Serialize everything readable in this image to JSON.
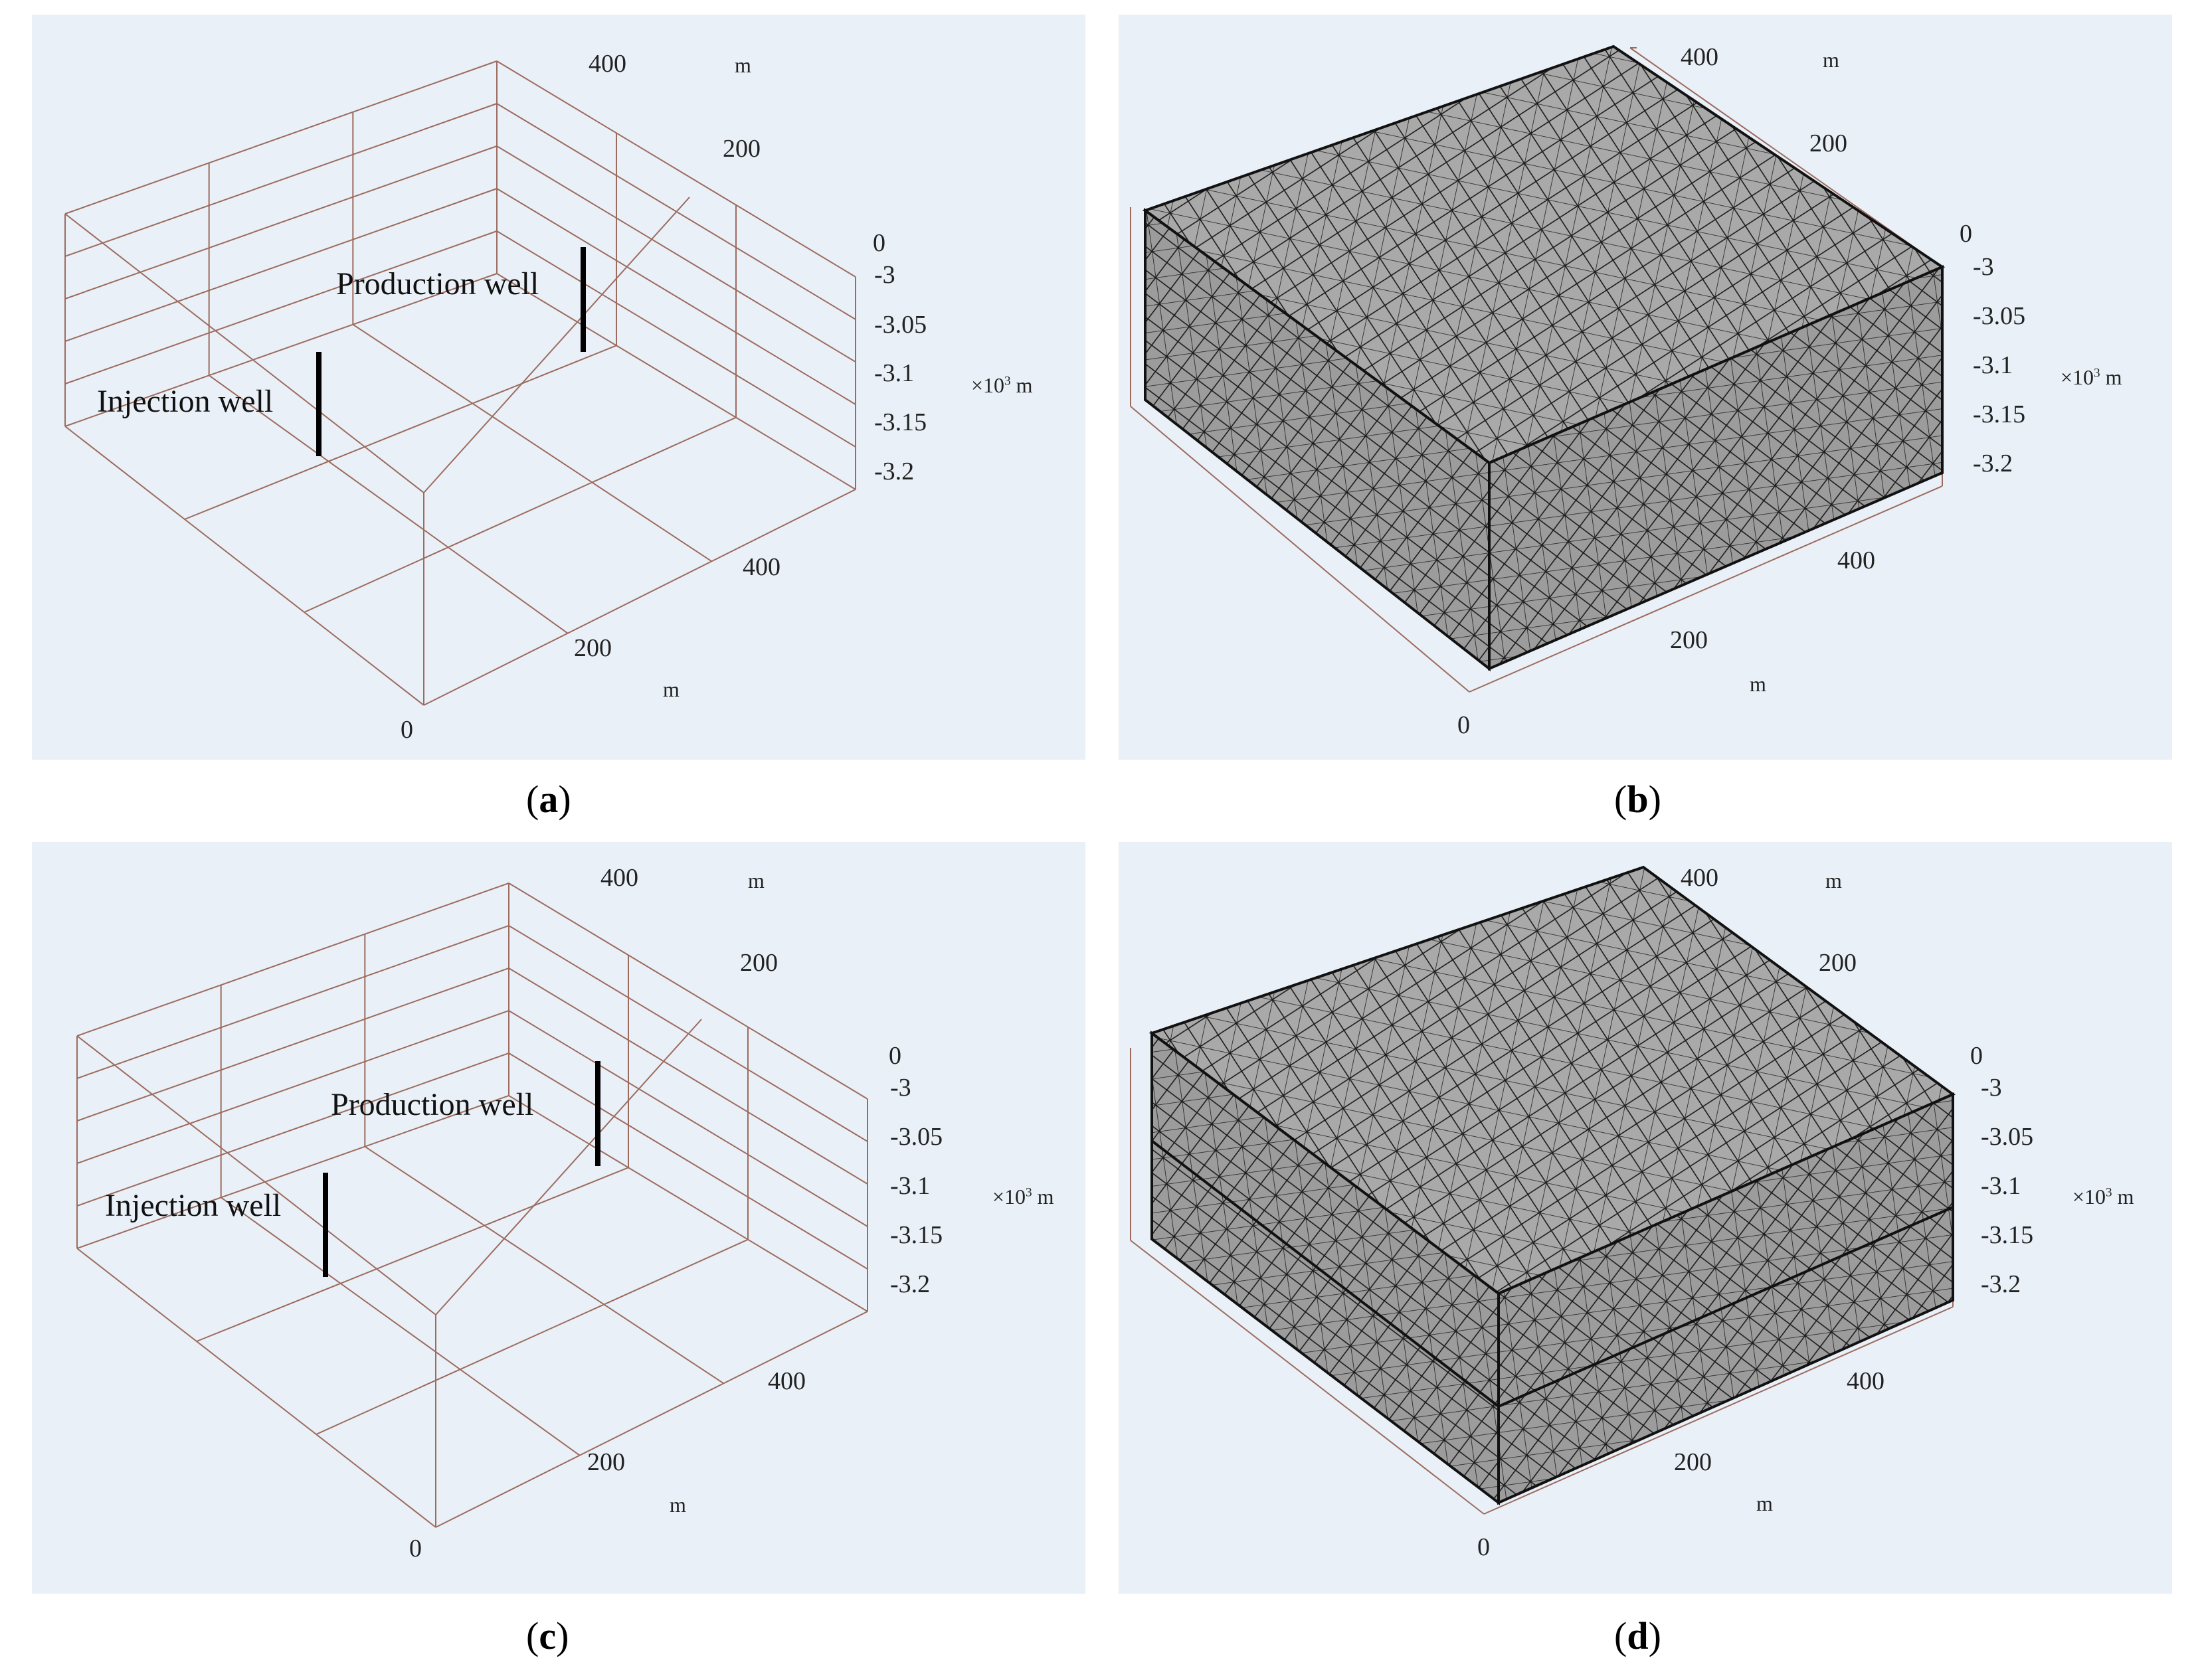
{
  "panels": [
    {
      "id": "a",
      "type": "geometry",
      "label": "a",
      "ticks_x": [
        "0",
        "200",
        "400"
      ],
      "ticks_y": [
        "200",
        "400"
      ],
      "ticks_z": [
        "0",
        "-3",
        "-3.05",
        "-3.1",
        "-3.15",
        "-3.2"
      ],
      "unit_x": "m",
      "unit_y": "m",
      "unit_z": "×10",
      "unit_z_exp": "3",
      "unit_z_tail": " m",
      "injection_label": "Injection well",
      "production_label": "Production well"
    },
    {
      "id": "b",
      "type": "mesh",
      "label": "b",
      "layers": 1,
      "ticks_x": [
        "0",
        "200",
        "400"
      ],
      "ticks_y": [
        "200",
        "400"
      ],
      "ticks_z": [
        "0",
        "-3",
        "-3.05",
        "-3.1",
        "-3.15",
        "-3.2"
      ],
      "unit_x": "m",
      "unit_y": "m",
      "unit_z": "×10",
      "unit_z_exp": "3",
      "unit_z_tail": " m"
    },
    {
      "id": "c",
      "type": "geometry",
      "label": "c",
      "ticks_x": [
        "0",
        "200",
        "400"
      ],
      "ticks_y": [
        "200",
        "400"
      ],
      "ticks_z": [
        "0",
        "-3",
        "-3.05",
        "-3.1",
        "-3.15",
        "-3.2"
      ],
      "unit_x": "m",
      "unit_y": "m",
      "unit_z": "×10",
      "unit_z_exp": "3",
      "unit_z_tail": " m",
      "injection_label": "Injection well",
      "production_label": "Production well"
    },
    {
      "id": "d",
      "type": "mesh",
      "label": "d",
      "layers": 2,
      "ticks_x": [
        "0",
        "200",
        "400"
      ],
      "ticks_y": [
        "200",
        "400"
      ],
      "ticks_z": [
        "0",
        "-3",
        "-3.05",
        "-3.1",
        "-3.15",
        "-3.2"
      ],
      "unit_x": "m",
      "unit_y": "m",
      "unit_z": "×10",
      "unit_z_exp": "3",
      "unit_z_tail": " m"
    }
  ],
  "colors": {
    "background": "#e9f0f7",
    "frame": "#9c6b5e",
    "mesh_fill": "#a9a9a9",
    "mesh_line": "#1a1a1a",
    "well": "#000000"
  }
}
